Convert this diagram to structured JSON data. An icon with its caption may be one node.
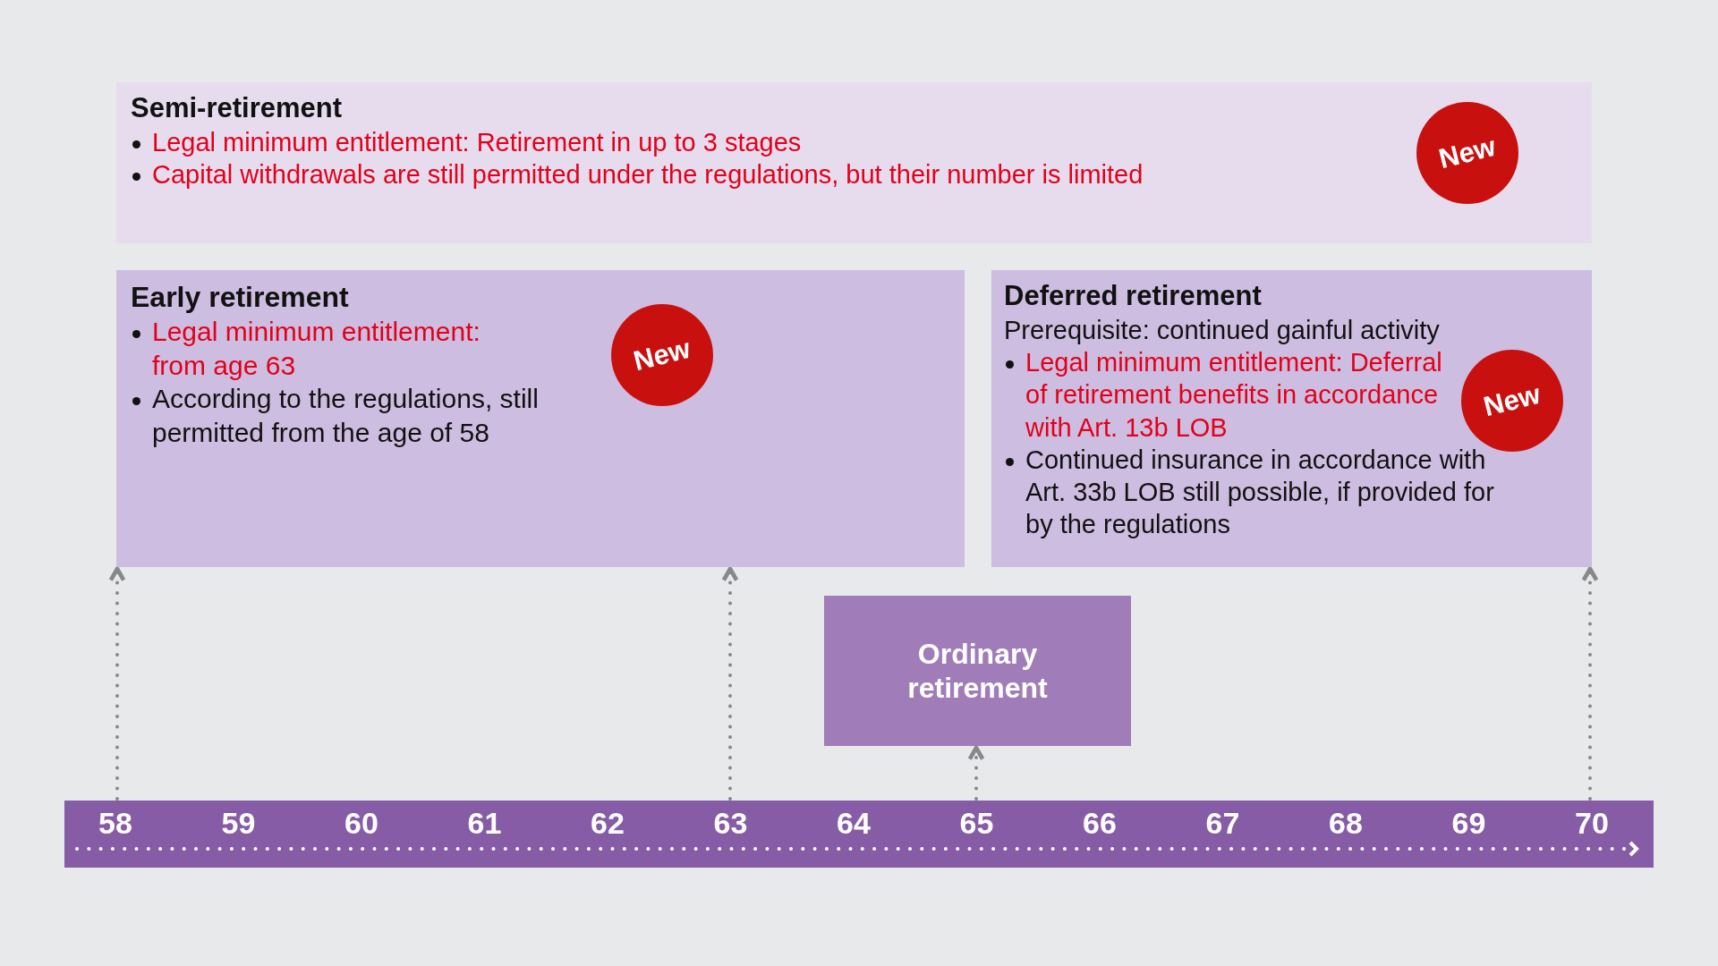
{
  "diagram": {
    "nodes": [
      {
        "text": [
          "Semi-retirement",
          "Legal minimum entitlement: Retirement in up to 3 stages",
          "Capital withdrawals are still permitted under the regulations, but their number is limited"
        ]
      },
      {
        "text": [
          "New"
        ],
        "in": 0
      },
      {
        "text": [
          "Early retirement",
          "Legal minimum entitlement: from age 63",
          "According to the regulations, still permitted from the age of 58"
        ]
      },
      {
        "text": [
          "New"
        ],
        "in": 2
      },
      {
        "text": [
          "Deferred retirement",
          "Prerequisite: continued gainful activity",
          "Legal minimum entitlement: Deferral of retirement benefits in accordance with Art. 13b LOB",
          "Continued insurance in accordance with Art. 33b LOB still possible, if provided for by the regulations"
        ]
      },
      {
        "text": [
          "New"
        ],
        "in": 4
      },
      {
        "text": [
          "Ordinary retirement"
        ]
      },
      {
        "text": [
          "58",
          "59",
          "60",
          "61",
          "62",
          "63",
          "64",
          "65",
          "66",
          "67",
          "68",
          "69",
          "70"
        ]
      }
    ],
    "edges": [
      {
        "from": 7,
        "to": 2,
        "arrow": "to"
      },
      {
        "from": 7,
        "to": 2,
        "arrow": "to"
      },
      {
        "from": 7,
        "to": 6,
        "arrow": "to"
      },
      {
        "from": 7,
        "to": 4,
        "arrow": "to"
      }
    ]
  }
}
